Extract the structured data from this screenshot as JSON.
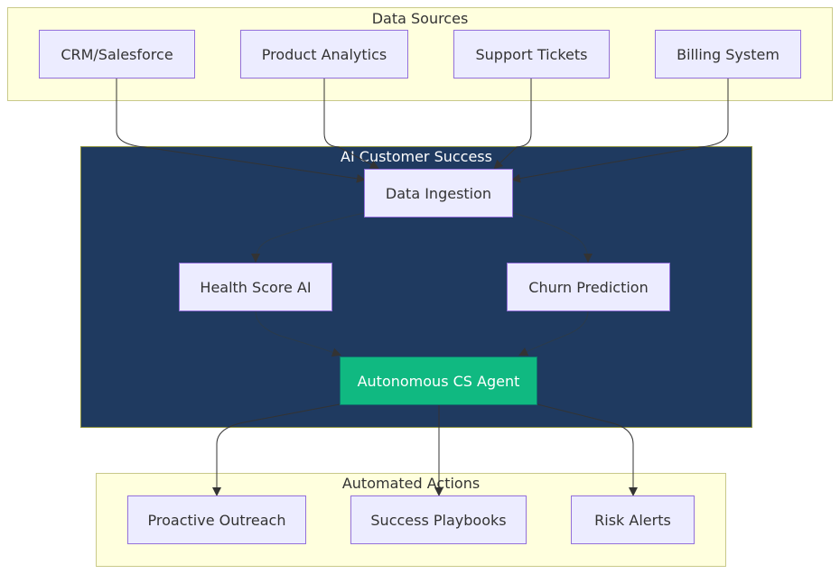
{
  "diagram": {
    "clusters": {
      "data_sources": {
        "title": "Data Sources"
      },
      "ai_cs": {
        "title": "AI Customer Success"
      },
      "actions": {
        "title": "Automated Actions"
      }
    },
    "nodes": {
      "crm": "CRM/Salesforce",
      "product_analytics": "Product Analytics",
      "support_tickets": "Support Tickets",
      "billing": "Billing System",
      "ingestion": "Data Ingestion",
      "health": "Health Score AI",
      "churn": "Churn Prediction",
      "agent": "Autonomous CS Agent",
      "outreach": "Proactive Outreach",
      "playbooks": "Success Playbooks",
      "risk": "Risk Alerts"
    },
    "edges": [
      {
        "from": "crm",
        "to": "ingestion"
      },
      {
        "from": "product_analytics",
        "to": "ingestion"
      },
      {
        "from": "support_tickets",
        "to": "ingestion"
      },
      {
        "from": "billing",
        "to": "ingestion"
      },
      {
        "from": "ingestion",
        "to": "health"
      },
      {
        "from": "ingestion",
        "to": "churn"
      },
      {
        "from": "health",
        "to": "agent"
      },
      {
        "from": "churn",
        "to": "agent"
      },
      {
        "from": "agent",
        "to": "outreach"
      },
      {
        "from": "agent",
        "to": "playbooks"
      },
      {
        "from": "agent",
        "to": "risk"
      }
    ],
    "colors": {
      "cluster_fill": "#ffffde",
      "ai_cluster_fill": "#1f3a60",
      "node_fill": "#ececff",
      "node_border": "#9370db",
      "agent_fill": "#10b981",
      "edge": "#333333"
    }
  }
}
